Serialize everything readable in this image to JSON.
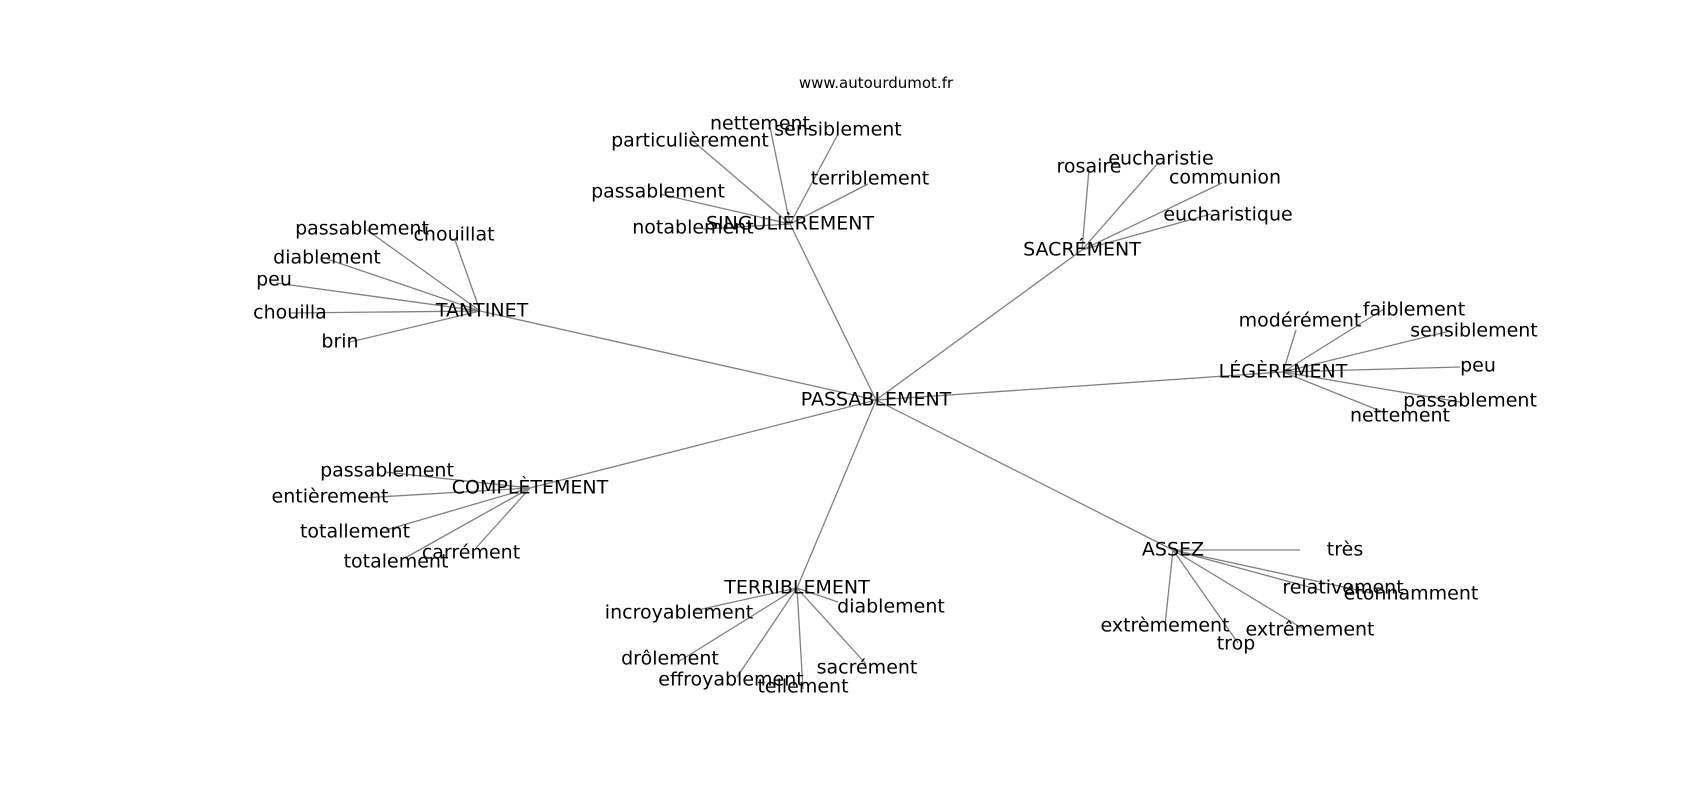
{
  "source": "www.autourdumot.fr",
  "root": "PASSABLEMENT",
  "groups": [
    {
      "hub": "SINGULIÈREMENT",
      "words": [
        "particulièrement",
        "nettement",
        "sensiblement",
        "terriblement",
        "passablement",
        "notablement"
      ]
    },
    {
      "hub": "SACRÉMENT",
      "words": [
        "rosaire",
        "eucharistie",
        "communion",
        "eucharistique"
      ]
    },
    {
      "hub": "TANTINET",
      "words": [
        "passablement",
        "chouillat",
        "diablement",
        "peu",
        "chouilla",
        "brin"
      ]
    },
    {
      "hub": "LÉGÈREMENT",
      "words": [
        "modérément",
        "faiblement",
        "sensiblement",
        "peu",
        "passablement",
        "nettement"
      ]
    },
    {
      "hub": "COMPLÈTEMENT",
      "words": [
        "passablement",
        "entièrement",
        "totallement",
        "totalement",
        "carrément"
      ]
    },
    {
      "hub": "ASSEZ",
      "words": [
        "très",
        "relativement",
        "étonnamment",
        "extrèmement",
        "extrêmement",
        "trop"
      ]
    },
    {
      "hub": "TERRIBLEMENT",
      "words": [
        "incroyablement",
        "diablement",
        "drôlement",
        "effroyablement",
        "tellement",
        "sacrément"
      ]
    }
  ]
}
